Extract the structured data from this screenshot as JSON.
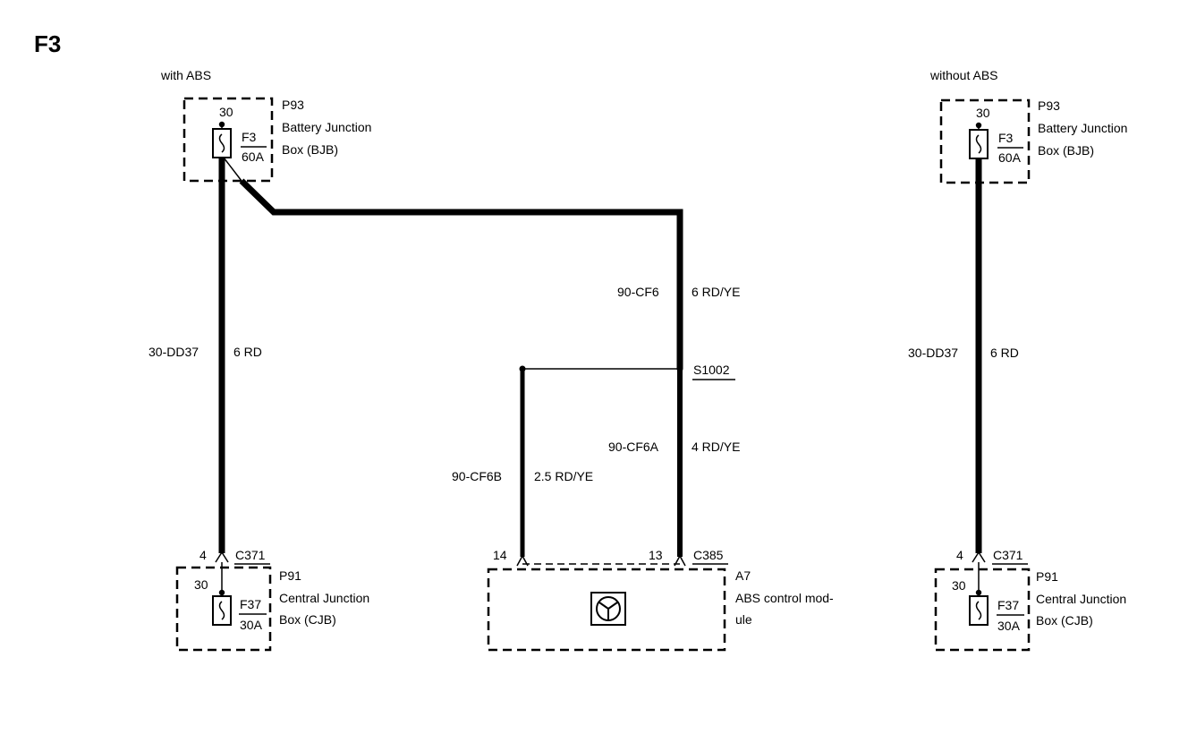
{
  "title": "F3",
  "left": {
    "variant": "with ABS",
    "bjb": {
      "ref": "P93",
      "name_line1": "Battery Junction",
      "name_line2": "Box (BJB)",
      "pin": "30",
      "fuse_id": "F3",
      "fuse_rating": "60A"
    },
    "wire": {
      "circuit": "30-DD37",
      "spec": "6 RD"
    },
    "connector": {
      "pin": "4",
      "id": "C371"
    },
    "cjb": {
      "ref": "P91",
      "name_line1": "Central Junction",
      "name_line2": "Box (CJB)",
      "pin": "30",
      "fuse_id": "F37",
      "fuse_rating": "30A"
    }
  },
  "abs": {
    "wire_main": {
      "circuit": "90-CF6",
      "spec": "6 RD/YE"
    },
    "splice": "S1002",
    "wire_a": {
      "circuit": "90-CF6A",
      "spec": "4 RD/YE"
    },
    "wire_b": {
      "circuit": "90-CF6B",
      "spec": "2.5 RD/YE"
    },
    "connector": {
      "pin_left": "14",
      "pin_right": "13",
      "id": "C385"
    },
    "module": {
      "ref": "A7",
      "name_line1": "ABS control mod-",
      "name_line2": "ule"
    }
  },
  "right": {
    "variant": "without ABS",
    "bjb": {
      "ref": "P93",
      "name_line1": "Battery Junction",
      "name_line2": "Box (BJB)",
      "pin": "30",
      "fuse_id": "F3",
      "fuse_rating": "60A"
    },
    "wire": {
      "circuit": "30-DD37",
      "spec": "6 RD"
    },
    "connector": {
      "pin": "4",
      "id": "C371"
    },
    "cjb": {
      "ref": "P91",
      "name_line1": "Central Junction",
      "name_line2": "Box (CJB)",
      "pin": "30",
      "fuse_id": "F37",
      "fuse_rating": "30A"
    }
  }
}
